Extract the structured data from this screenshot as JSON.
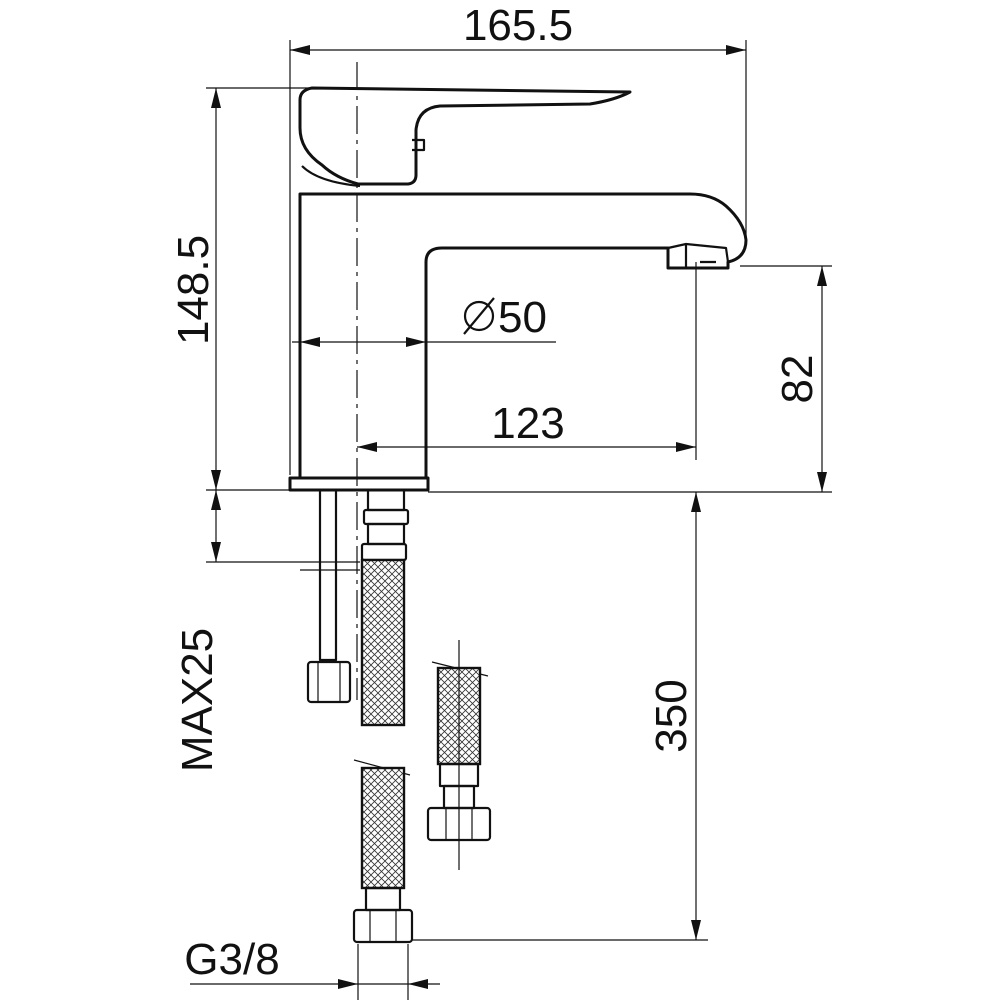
{
  "dimensions": {
    "overall_length": "165.5",
    "overall_height": "148.5",
    "body_diameter": "50",
    "spout_reach": "123",
    "spout_height": "82",
    "max_deck_thickness": "MAX25",
    "hose_length": "350",
    "connection_thread": "G3/8"
  },
  "symbols": {
    "diameter": "diameter-symbol"
  }
}
